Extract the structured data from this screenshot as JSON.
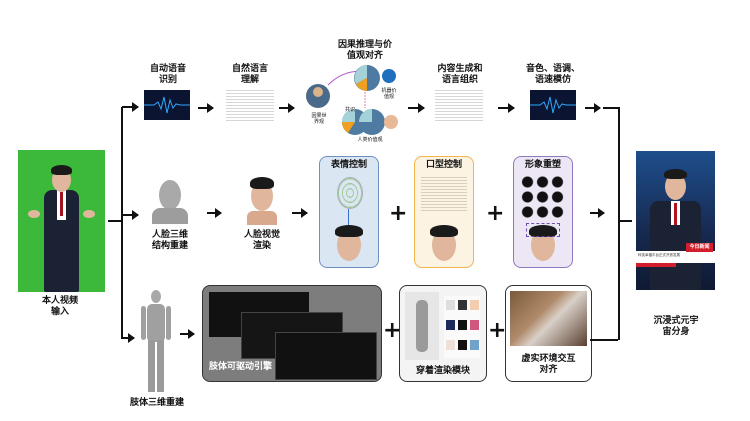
{
  "input": {
    "label": "本人视频\n输入"
  },
  "output": {
    "label": "沉浸式元宇\n宙分身",
    "banner_tag": "今日新闻",
    "banner_text": "科技幸福平台正式开放发展"
  },
  "top_row": {
    "asr": "自动语音\n识别",
    "nlu": "自然语言\n理解",
    "causal": {
      "title": "因果推理与价\n值观对齐",
      "node_causal": "因果世\n界观",
      "node_machine": "机器价\n值观",
      "node_consensus": "共识",
      "node_human": "人类价值观"
    },
    "generation": "内容生成和\n语言组织",
    "tts": "音色、语调、\n语速模仿"
  },
  "middle_row": {
    "face3d": "人脸三维\n结构重建",
    "face_render": "人脸视觉\n渲染",
    "expression": "表情控制",
    "mouth": "口型控制",
    "appearance": "形象重塑"
  },
  "bottom_row": {
    "body3d": "肢体三维重建",
    "engine": "肢体可驱动引擎",
    "clothing": "穿着渲染模块",
    "env": "虚实环境交互\n对齐"
  },
  "colors": {
    "expression_border": "#6d8fc4",
    "expression_bg": "#dbe6f3",
    "mouth_border": "#f0b44a",
    "mouth_bg": "#fdf3e2",
    "appearance_border": "#8e78c0",
    "appearance_bg": "#ece6f5",
    "green": "#3cb83a",
    "engine_bg": "#7d7d7d"
  }
}
